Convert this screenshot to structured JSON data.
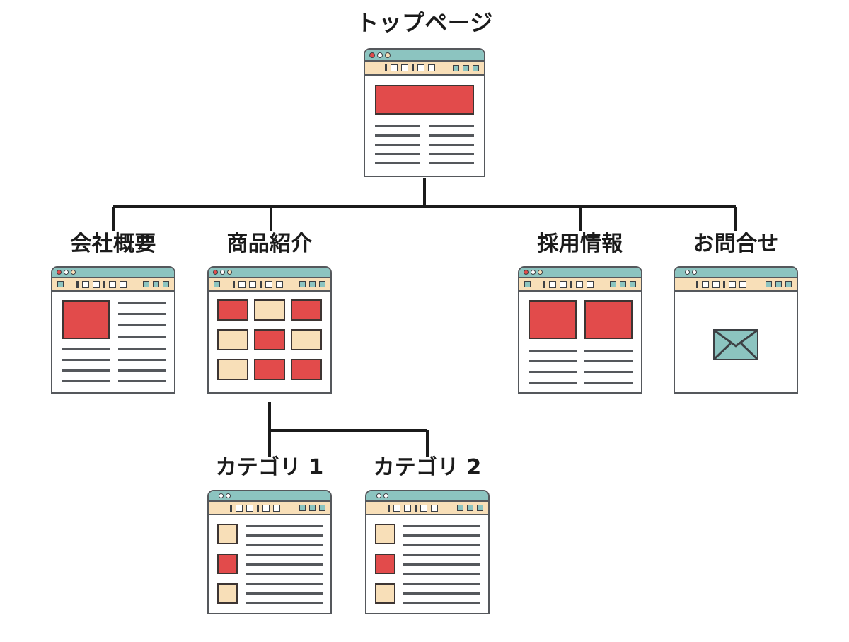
{
  "diagram": {
    "type": "sitemap",
    "background_color": "#ffffff",
    "palette": {
      "red": "#e24b4b",
      "cream": "#f8dfb8",
      "teal": "#8cc4c0",
      "outline": "#3d4044",
      "line": "#55585c",
      "text": "#1b1b1b"
    }
  },
  "nodes": {
    "top": {
      "label": "トップページ",
      "level": 1,
      "window": {
        "dots": [
          "red",
          "white",
          "cream"
        ],
        "toolbar_left_square": false,
        "toolbar_center_icons": [
          "bar",
          "square",
          "square",
          "bar",
          "square",
          "square"
        ],
        "toolbar_right_squares": 3,
        "content_type": "hero-banner-with-two-text-columns",
        "hero_color": "red",
        "text_lines_per_column": 5,
        "text_columns": 2
      }
    },
    "company": {
      "label": "会社概要",
      "level": 2,
      "window": {
        "dots": [
          "red",
          "white",
          "cream"
        ],
        "toolbar_left_square": true,
        "toolbar_center_icons": [
          "bar",
          "square",
          "square",
          "bar",
          "square",
          "square"
        ],
        "toolbar_right_squares": 3,
        "content_type": "image-left-with-text",
        "image_color": "red",
        "left_lines": 4,
        "right_lines": 8
      }
    },
    "products": {
      "label": "商品紹介",
      "level": 2,
      "window": {
        "dots": [
          "red",
          "white",
          "cream"
        ],
        "toolbar_left_square": true,
        "toolbar_center_icons": [
          "bar",
          "square",
          "square",
          "bar",
          "square",
          "square"
        ],
        "toolbar_right_squares": 3,
        "content_type": "product-grid",
        "grid_rows": 3,
        "grid_cols": 3,
        "grid_colors": [
          [
            "red",
            "cream",
            "red"
          ],
          [
            "cream",
            "red",
            "cream"
          ],
          [
            "cream",
            "red",
            "red"
          ]
        ]
      }
    },
    "recruit": {
      "label": "採用情報",
      "level": 2,
      "window": {
        "dots": [
          "red",
          "white",
          "cream"
        ],
        "toolbar_left_square": true,
        "toolbar_center_icons": [
          "bar",
          "square",
          "square",
          "bar",
          "square",
          "square"
        ],
        "toolbar_right_squares": 3,
        "content_type": "two-images-with-text",
        "image_colors": [
          "red",
          "red"
        ],
        "text_lines_per_column": 4,
        "text_columns": 2
      }
    },
    "contact": {
      "label": "お問合せ",
      "level": 2,
      "window": {
        "dots": [
          "white",
          "white"
        ],
        "toolbar_left_square": false,
        "toolbar_center_icons": [
          "bar",
          "square",
          "square",
          "bar",
          "square",
          "square"
        ],
        "toolbar_right_squares": 3,
        "content_type": "envelope-icon",
        "icon": "envelope-icon",
        "icon_color": "teal"
      }
    },
    "category1": {
      "label": "カテゴリ 1",
      "level": 3,
      "window": {
        "dots": [
          "white",
          "white"
        ],
        "toolbar_left_square": false,
        "toolbar_center_icons": [
          "bar",
          "square",
          "square",
          "bar",
          "square",
          "square"
        ],
        "toolbar_right_squares": 3,
        "content_type": "thumbnail-list",
        "items": [
          {
            "thumb_color": "cream",
            "lines": 3
          },
          {
            "thumb_color": "red",
            "lines": 3
          },
          {
            "thumb_color": "cream",
            "lines": 3
          }
        ]
      }
    },
    "category2": {
      "label": "カテゴリ 2",
      "level": 3,
      "window": {
        "dots": [
          "white",
          "white"
        ],
        "toolbar_left_square": false,
        "toolbar_center_icons": [
          "bar",
          "square",
          "square",
          "bar",
          "square",
          "square"
        ],
        "toolbar_right_squares": 3,
        "content_type": "thumbnail-list",
        "items": [
          {
            "thumb_color": "cream",
            "lines": 3
          },
          {
            "thumb_color": "red",
            "lines": 3
          },
          {
            "thumb_color": "cream",
            "lines": 3
          }
        ]
      }
    }
  },
  "edges": [
    {
      "from": "top",
      "to": "company"
    },
    {
      "from": "top",
      "to": "products"
    },
    {
      "from": "top",
      "to": "recruit"
    },
    {
      "from": "top",
      "to": "contact"
    },
    {
      "from": "products",
      "to": "category1"
    },
    {
      "from": "products",
      "to": "category2"
    }
  ]
}
